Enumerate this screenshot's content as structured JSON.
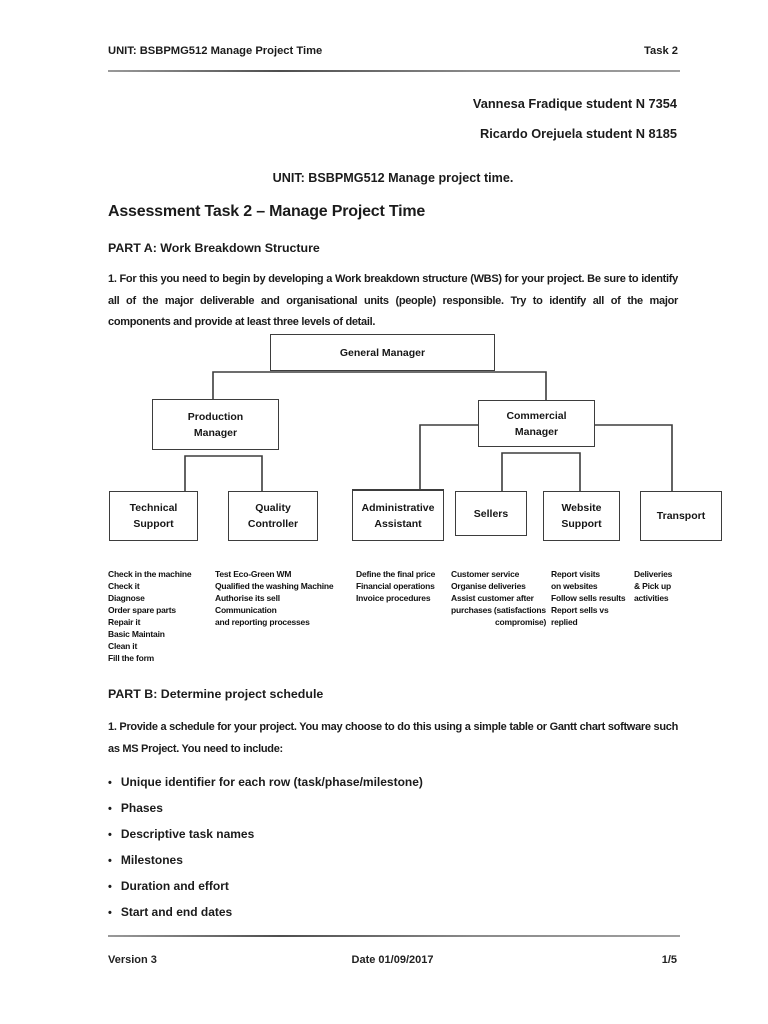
{
  "header": {
    "unit": "UNIT: BSBPMG512 Manage Project Time",
    "task": "Task 2"
  },
  "students": {
    "line1": "Vannesa Fradique student N 7354",
    "line2": "Ricardo Orejuela student N 8185"
  },
  "title": "UNIT: BSBPMG512 Manage project time.",
  "heading": "Assessment Task 2 – Manage Project Time",
  "part_a": {
    "heading": "PART A: Work Breakdown Structure",
    "paragraph": "1. For this you need to begin by developing a Work breakdown structure (WBS) for your project. Be sure to identify all of the major deliverable and organisational units (people) responsible. Try to identify all of the major components and provide at least three levels of detail."
  },
  "wbs": {
    "root": "General Manager",
    "production_manager": "Production Manager",
    "commercial_manager": "Commercial Manager",
    "units": [
      "Technical Support",
      "Quality Controller",
      "Administrative Assistant",
      "Sellers",
      "Website Support",
      "Transport"
    ],
    "tasks": {
      "technical_support": [
        "Check in the machine",
        "Check it",
        "Diagnose",
        "Order spare parts",
        "Repair it",
        "Basic Maintain",
        "Clean it",
        "Fill the form"
      ],
      "quality_controller": [
        "Test Eco-Green WM",
        "Qualified the washing Machine",
        "Authorise its sell",
        "Communication",
        "and reporting processes"
      ],
      "administrative_assistant": [
        "Define the final price",
        "Financial operations",
        "Invoice procedures"
      ],
      "sellers": [
        "Customer service",
        "Organise deliveries",
        "Assist customer after",
        "purchases (satisfactions",
        "compromise)"
      ],
      "website_support": [
        "Report visits",
        "on websites",
        "Follow sells results",
        "Report sells vs",
        "replied"
      ],
      "transport": [
        "Deliveries",
        "& Pick up",
        "activities"
      ]
    }
  },
  "part_b": {
    "heading": "PART B: Determine project schedule",
    "paragraph": "1. Provide a schedule for your project. You may choose to do this using a simple table or Gantt chart software such as MS Project. You need to include:",
    "bullets": [
      "Unique identifier for each row (task/phase/milestone)",
      "Phases",
      "Descriptive task names",
      "Milestones",
      "Duration and effort",
      "Start and end dates"
    ]
  },
  "footer": {
    "version": "Version 3",
    "date": "Date 01/09/2017",
    "page": "1/5"
  }
}
